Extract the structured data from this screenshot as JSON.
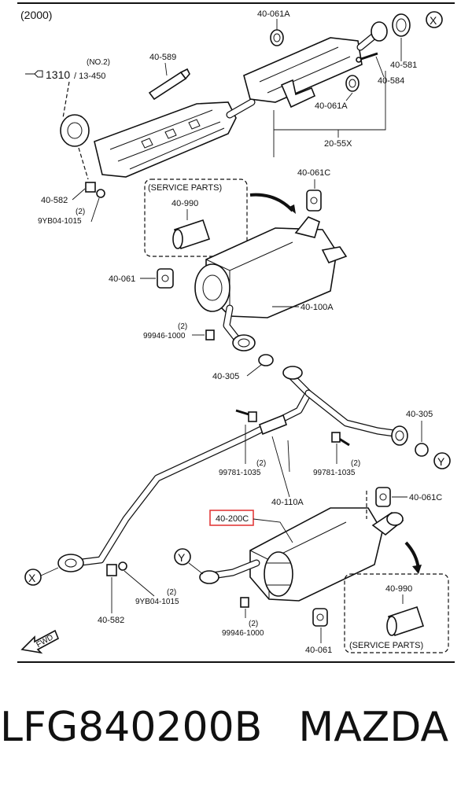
{
  "diagram": {
    "year_label": "(2000)",
    "ref_arrow_label": "1310",
    "ref_no2": "(NO.2)",
    "ref_sub": "/ 13-450",
    "circle_x": "X",
    "circle_y": "Y",
    "parts": {
      "p_40_061A_top": "40-061A",
      "p_40_589": "40-589",
      "p_40_581": "40-581",
      "p_40_584": "40-584",
      "p_40_061A_mid": "40-061A",
      "p_20_55X": "20-55X",
      "p_40_582_top": "40-582",
      "qty_2_top": "(2)",
      "p_9YB04_top": "9YB04-1015",
      "service_parts_top": "(SERVICE PARTS)",
      "p_40_990_top": "40-990",
      "p_40_061C_top": "40-061C",
      "p_40_061": "40-061",
      "p_40_100A": "40-100A",
      "qty_2_99946_top": "(2)",
      "p_99946_top": "99946-1000",
      "p_40_305_left": "40-305",
      "p_40_305_right": "40-305",
      "qty_2_99781_l": "(2)",
      "p_99781_l": "99781-1035",
      "qty_2_99781_r": "(2)",
      "p_99781_r": "99781-1035",
      "p_40_110A": "40-110A",
      "p_40_061C_bot": "40-061C",
      "p_40_200C": "40-200C",
      "qty_2_9YB04_bot": "(2)",
      "p_9YB04_bot": "9YB04-1015",
      "p_40_582_bot": "40-582",
      "p_40_990_bot": "40-990",
      "qty_2_99946_bot": "(2)",
      "p_99946_bot": "99946-1000",
      "p_40_061_bot": "40-061",
      "service_parts_bot": "(SERVICE PARTS)",
      "fwd": "FWD"
    },
    "highlight_color": "#e23b3b"
  },
  "caption": {
    "part_number": "LFG840200B",
    "brand": "MAZDA"
  }
}
